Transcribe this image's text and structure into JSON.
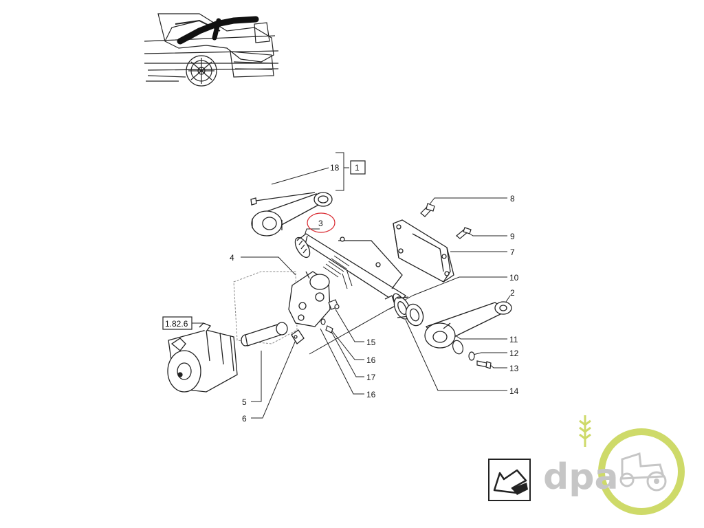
{
  "callouts": {
    "c18": "18",
    "box1": "1",
    "c3": "3",
    "c4": "4",
    "ref_1_82_6": "1.82.6",
    "c5": "5",
    "c6": "6",
    "c8": "8",
    "c9": "9",
    "c7": "7",
    "c10": "10",
    "c2": "2",
    "c11": "11",
    "c12": "12",
    "c13": "13",
    "c14": "14",
    "c15": "15",
    "c16a": "16",
    "c17": "17",
    "c16b": "16"
  },
  "highlight_color": "#d9272e",
  "logo": {
    "text": "dpa",
    "green": "#c6d44f",
    "gray": "#bdbdbd",
    "icon": "tractor-gear-icon"
  },
  "nav_arrow_icon": "back-arrow-icon"
}
